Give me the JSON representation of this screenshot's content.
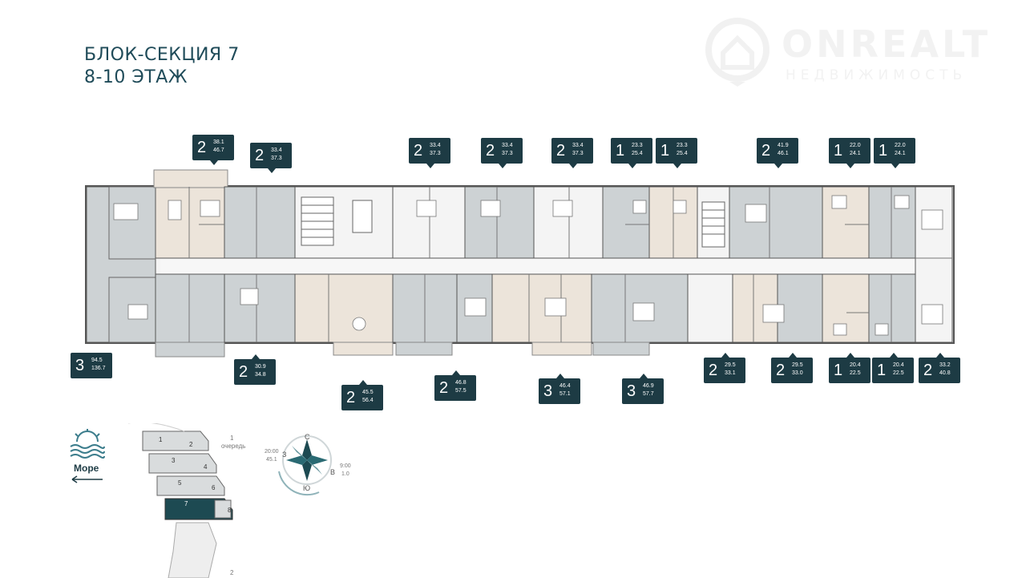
{
  "header": {
    "title_line1": "БЛОК-СЕКЦИЯ 7",
    "title_line2": "8-10 ЭТАЖ"
  },
  "logo": {
    "name": "ONREALT",
    "subtitle": "НЕДВИЖИМОСТЬ"
  },
  "colors": {
    "badge": "#1d3b44",
    "title": "#1f4b59",
    "unit_gray": "#cdd2d4",
    "unit_beige": "#ece4da",
    "wall": "#555555",
    "corridor": "#f4f4f4",
    "sea_icon": "#3c7d8c",
    "highlight_section": "#1d4a52"
  },
  "units_top": [
    {
      "rooms": "2",
      "area1": "38.1",
      "area2": "46.7"
    },
    {
      "rooms": "2",
      "area1": "33.4",
      "area2": "37.3"
    },
    {
      "rooms": "2",
      "area1": "33.4",
      "area2": "37.3"
    },
    {
      "rooms": "2",
      "area1": "33.4",
      "area2": "37.3"
    },
    {
      "rooms": "2",
      "area1": "33.4",
      "area2": "37.3"
    },
    {
      "rooms": "1",
      "area1": "23.3",
      "area2": "25.4"
    },
    {
      "rooms": "1",
      "area1": "23.3",
      "area2": "25.4"
    },
    {
      "rooms": "2",
      "area1": "41.9",
      "area2": "46.1"
    },
    {
      "rooms": "1",
      "area1": "22.0",
      "area2": "24.1"
    },
    {
      "rooms": "1",
      "area1": "22.0",
      "area2": "24.1"
    }
  ],
  "units_bottom": [
    {
      "rooms": "3",
      "area1": "94.5",
      "area2": "136.7"
    },
    {
      "rooms": "2",
      "area1": "30.9",
      "area2": "34.8"
    },
    {
      "rooms": "2",
      "area1": "45.5",
      "area2": "56.4"
    },
    {
      "rooms": "2",
      "area1": "46.8",
      "area2": "57.5"
    },
    {
      "rooms": "3",
      "area1": "46.4",
      "area2": "57.1"
    },
    {
      "rooms": "3",
      "area1": "46.9",
      "area2": "57.7"
    },
    {
      "rooms": "2",
      "area1": "29.5",
      "area2": "33.1"
    },
    {
      "rooms": "2",
      "area1": "29.5",
      "area2": "33.0"
    },
    {
      "rooms": "1",
      "area1": "20.4",
      "area2": "22.5"
    },
    {
      "rooms": "1",
      "area1": "20.4",
      "area2": "22.5"
    },
    {
      "rooms": "2",
      "area1": "33.2",
      "area2": "40.8"
    }
  ],
  "legend": {
    "sea_label": "Море",
    "queue_1_num": "1",
    "queue_1_word": "очередь",
    "queue_2_num": "2",
    "sections": [
      "1",
      "2",
      "3",
      "4",
      "5",
      "6",
      "7",
      "8"
    ],
    "highlight_section": "7"
  },
  "compass": {
    "north": "С",
    "east": "В",
    "south": "Ю",
    "west": "З",
    "time_left": "20:00",
    "time_left_sub": "45.1",
    "time_right": "9:00",
    "time_right_sub": "1.0"
  }
}
